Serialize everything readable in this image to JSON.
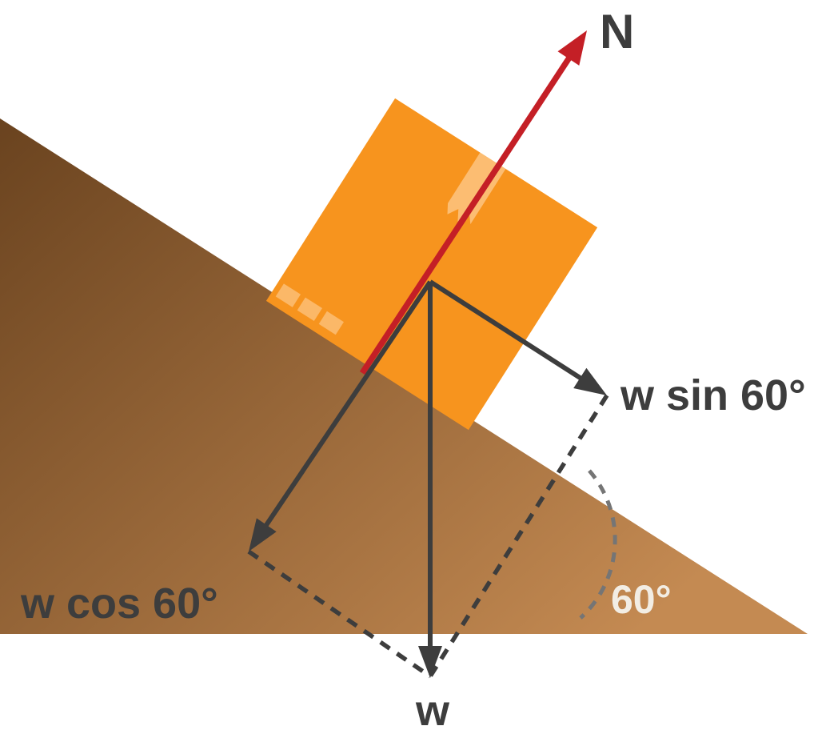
{
  "diagram": {
    "labels": {
      "normal_force": "N",
      "weight": "w",
      "parallel_component": "w sin 60°",
      "perpendicular_component": "w cos 60°",
      "incline_angle": "60°"
    },
    "incline_angle_deg": 60,
    "colors": {
      "incline_dark": "#6a431f",
      "incline_light": "#c48a52",
      "box": "#f7941e",
      "box_tape": "#fcc17b",
      "normal_force": "#c41f26",
      "vector": "#3d3d3d",
      "angle_arc": "#757575",
      "angle_text": "#f2ede4"
    }
  }
}
